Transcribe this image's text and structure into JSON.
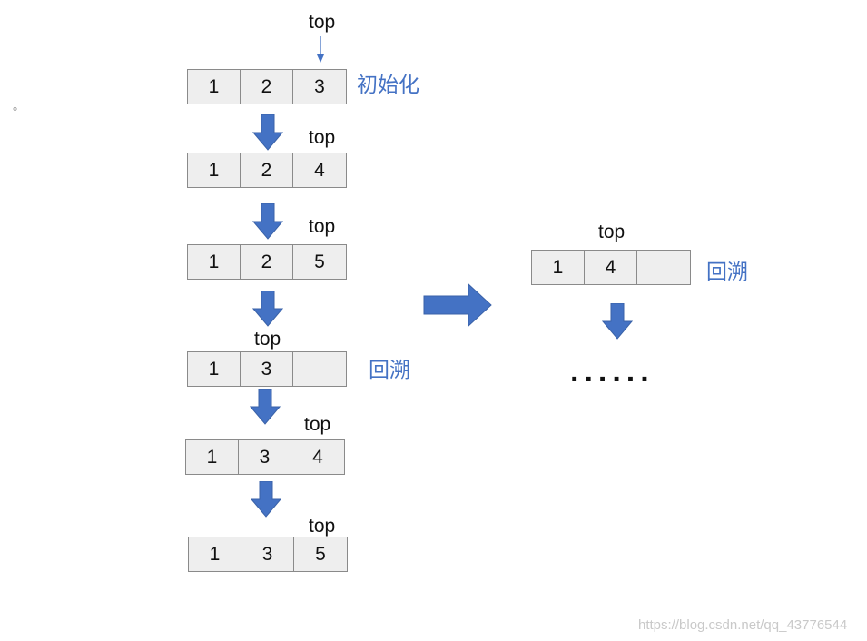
{
  "top_label": "top",
  "stacks": [
    {
      "cells": [
        "1",
        "2",
        "3"
      ]
    },
    {
      "cells": [
        "1",
        "2",
        "4"
      ]
    },
    {
      "cells": [
        "1",
        "2",
        "5"
      ]
    },
    {
      "cells": [
        "1",
        "3",
        ""
      ]
    },
    {
      "cells": [
        "1",
        "3",
        "4"
      ]
    },
    {
      "cells": [
        "1",
        "3",
        "5"
      ]
    },
    {
      "cells": [
        "1",
        "4",
        ""
      ]
    }
  ],
  "notes": {
    "init": "初始化",
    "backtrack_1": "回溯",
    "backtrack_2": "回溯"
  },
  "ellipsis": "......",
  "stray_mark": "。",
  "watermark": "https://blog.csdn.net/qq_43776544",
  "colors": {
    "arrow_fill": "#4472c4",
    "note_text": "#4472c4",
    "cell_fill": "#eeeeee",
    "cell_border": "#8a8a8a"
  }
}
